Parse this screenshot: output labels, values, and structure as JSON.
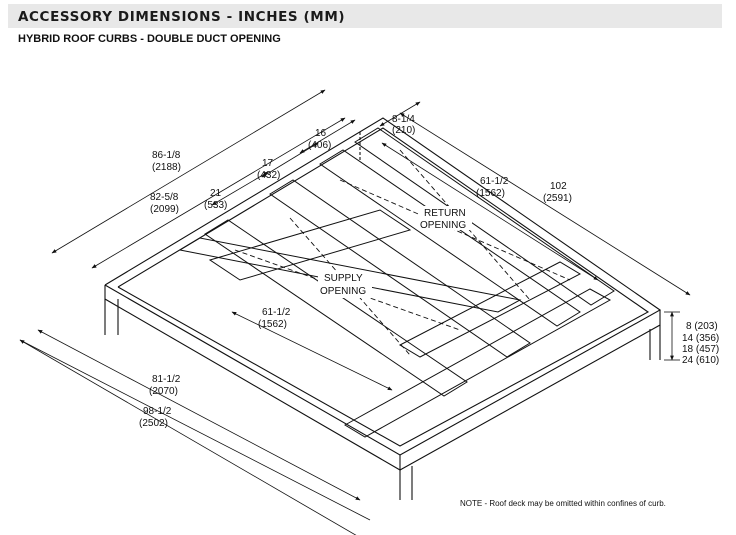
{
  "header": {
    "title": "ACCESSORY DIMENSIONS - INCHES (MM)",
    "subtitle": "HYBRID ROOF CURBS - DOUBLE DUCT OPENING"
  },
  "labels": {
    "return_opening": [
      "RETURN",
      "OPENING"
    ],
    "supply_opening": [
      "SUPPLY",
      "OPENING"
    ]
  },
  "dimensions": {
    "d_8_1_4": [
      "8-1/4",
      "(210)"
    ],
    "d_16": [
      "16",
      "(406)"
    ],
    "d_17": [
      "17",
      "(432)"
    ],
    "d_21": [
      "21",
      "(533)"
    ],
    "d_86_1_8": [
      "86-1/8",
      "(2188)"
    ],
    "d_82_5_8": [
      "82-5/8",
      "(2099)"
    ],
    "d_61_1_2_top": [
      "61-1/2",
      "(1562)"
    ],
    "d_102": [
      "102",
      "(2591)"
    ],
    "d_61_1_2_mid": [
      "61-1/2",
      "(1562)"
    ],
    "d_81_1_2": [
      "81-1/2",
      "(2070)"
    ],
    "d_98_1_2": [
      "98-1/2",
      "(2502)"
    ],
    "heights": [
      "8 (203)",
      "14 (356)",
      "18 (457)",
      "24 (610)"
    ]
  },
  "note": "NOTE - Roof deck may be omitted within confines of curb."
}
